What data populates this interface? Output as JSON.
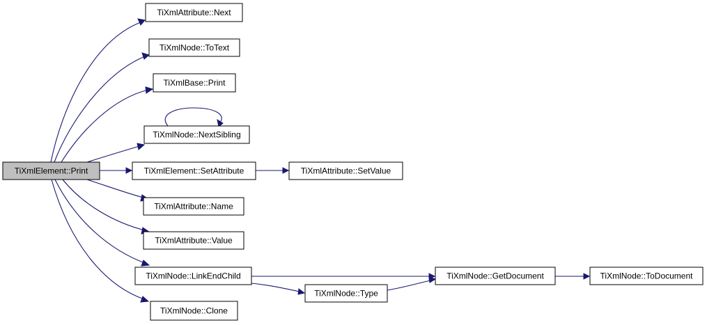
{
  "diagram": {
    "edge_color": "#191970",
    "root_fill": "#bfbfbf",
    "nodes": {
      "root": "TiXmlElement::Print",
      "attr_next": "TiXmlAttribute::Next",
      "node_totext": "TiXmlNode::ToText",
      "base_print": "TiXmlBase::Print",
      "node_nextsibling": "TiXmlNode::NextSibling",
      "elem_setattribute": "TiXmlElement::SetAttribute",
      "attr_setvalue": "TiXmlAttribute::SetValue",
      "attr_name": "TiXmlAttribute::Name",
      "attr_value": "TiXmlAttribute::Value",
      "node_linkendchild": "TiXmlNode::LinkEndChild",
      "node_type": "TiXmlNode::Type",
      "node_getdocument": "TiXmlNode::GetDocument",
      "node_todocument": "TiXmlNode::ToDocument",
      "node_clone": "TiXmlNode::Clone"
    }
  }
}
